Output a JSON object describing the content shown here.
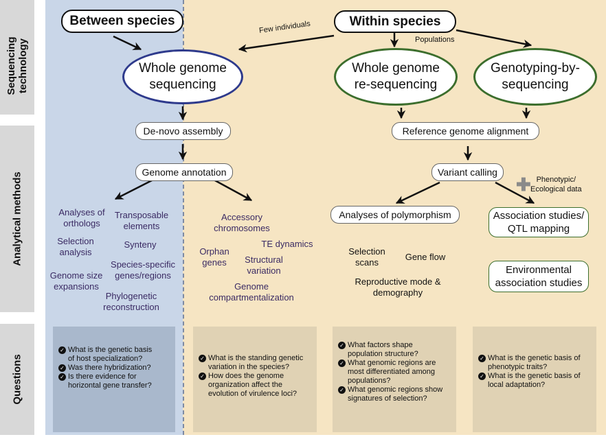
{
  "side_labels": {
    "sequencing": "Sequencing technology",
    "analytical": "Analytical methods",
    "questions": "Questions"
  },
  "headers": {
    "between": "Between species",
    "within": "Within species"
  },
  "annotations": {
    "few_individuals": "Few individuals",
    "populations": "Populations",
    "phenotypic": [
      "Phenotypic/",
      "Ecological data"
    ]
  },
  "technologies": {
    "wgs": [
      "Whole genome",
      "sequencing"
    ],
    "wgrs": [
      "Whole genome",
      "re-sequencing"
    ],
    "gbs": [
      "Genotyping-by-",
      "sequencing"
    ]
  },
  "steps": {
    "denovo": "De-novo assembly",
    "annotation": "Genome annotation",
    "alignment": "Reference genome alignment",
    "variant": "Variant calling",
    "polymorphism": "Analyses of polymorphism",
    "association": [
      "Association studies/",
      "QTL mapping"
    ],
    "environmental": [
      "Environmental",
      "association studies"
    ]
  },
  "between_items": [
    [
      "Analyses of",
      "orthologs"
    ],
    [
      "Transposable",
      "elements"
    ],
    [
      "Selection",
      "analysis"
    ],
    [
      "Synteny"
    ],
    [
      "Species-specific",
      "genes/regions"
    ],
    [
      "Genome size",
      "expansions"
    ],
    [
      "Phylogenetic",
      "reconstruction"
    ]
  ],
  "within_items": [
    [
      "Accessory",
      "chromosomes"
    ],
    [
      "TE dynamics"
    ],
    [
      "Orphan",
      "genes"
    ],
    [
      "Structural",
      "variation"
    ],
    [
      "Genome",
      "compartmentalization"
    ]
  ],
  "population_items": [
    [
      "Selection",
      "scans"
    ],
    [
      "Gene flow"
    ],
    [
      "Reproductive mode &",
      "demography"
    ]
  ],
  "questions": {
    "between": [
      [
        "What is the genetic basis",
        "of host specialization?"
      ],
      [
        "Was there hybridization?"
      ],
      [
        "Is there evidence for",
        "horizontal gene transfer?"
      ]
    ],
    "within": [
      [
        "What is the standing genetic",
        "variation in the species?"
      ],
      [
        "How does the genome",
        "organization affect the",
        "evolution of virulence loci?"
      ]
    ],
    "population": [
      [
        "What factors shape",
        "population structure?"
      ],
      [
        "What genomic regions are",
        "most differentiated among",
        "populations?"
      ],
      [
        "What genomic regions show",
        "signatures of selection?"
      ]
    ],
    "traits": [
      [
        "What is the genetic basis of",
        "phenotypic traits?"
      ],
      [
        "What is the genetic basis of",
        "local adaptation?"
      ]
    ]
  },
  "colors": {
    "between_bg": "#c9d6e8",
    "within_bg": "#f6e5c3",
    "side_tab": "#d8d8d8",
    "wgs_border": "#2e3a8c",
    "green_border": "#3c6e2d",
    "method_text": "#3a2a63",
    "q_between_bg": "#a9b8cc",
    "q_within_bg": "#e0d2b4"
  }
}
